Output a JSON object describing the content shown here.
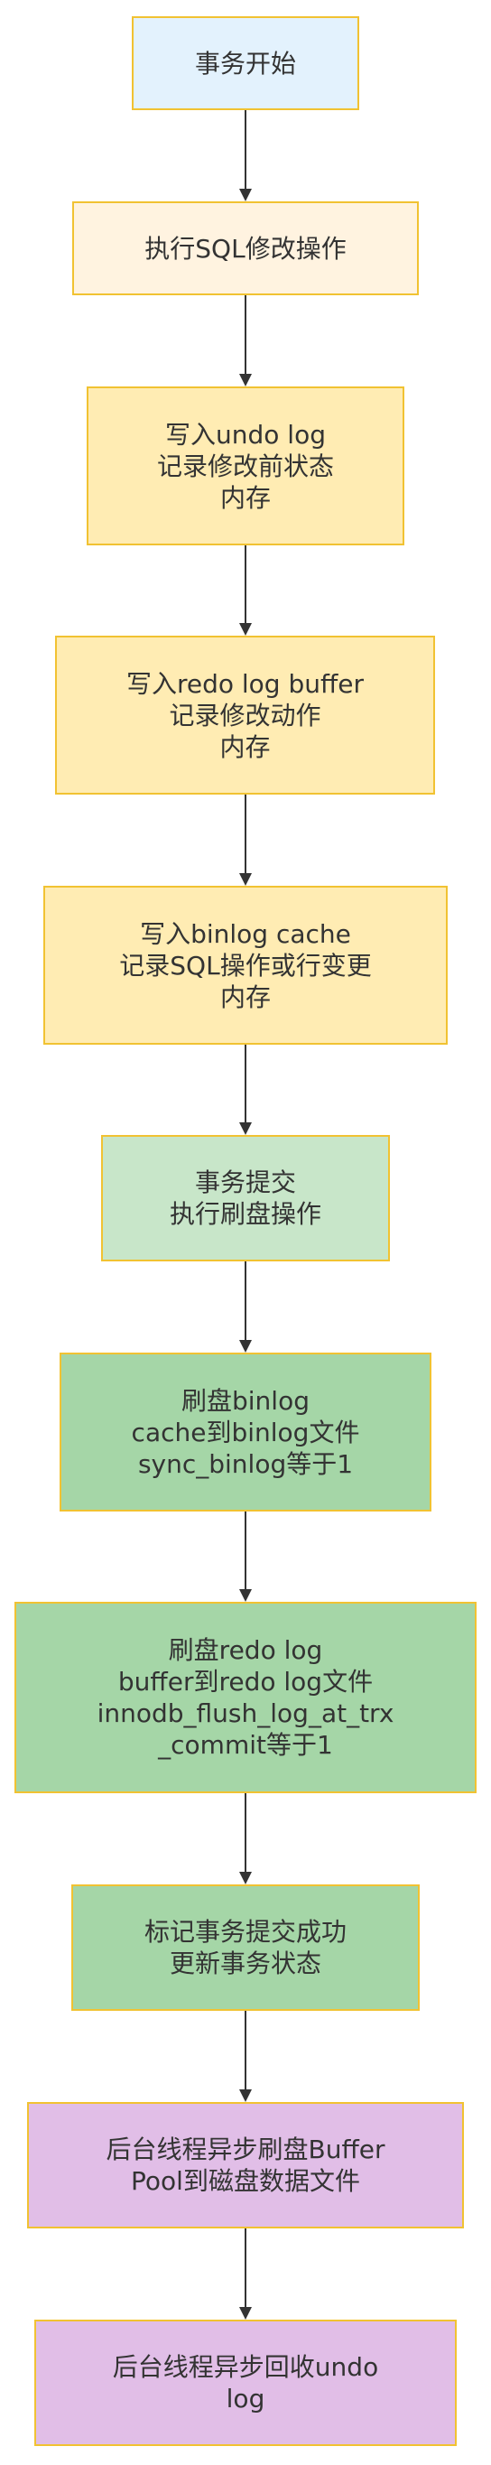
{
  "diagram": {
    "nodes": [
      {
        "id": "start",
        "label": "事务开始",
        "fill": "#e3f2fd"
      },
      {
        "id": "exec_sql",
        "label": "执行SQL修改操作",
        "fill": "#fff3e0"
      },
      {
        "id": "undo",
        "label": "写入undo log\n记录修改前状态\n内存",
        "fill": "#ffecb3"
      },
      {
        "id": "redo_buffer",
        "label": "写入redo log buffer\n记录修改动作\n内存",
        "fill": "#ffecb3"
      },
      {
        "id": "binlog_cache",
        "label": "写入binlog cache\n记录SQL操作或行变更\n内存",
        "fill": "#ffecb3"
      },
      {
        "id": "commit",
        "label": "事务提交\n执行刷盘操作",
        "fill": "#c8e6c9"
      },
      {
        "id": "flush_binlog",
        "label": "刷盘binlog\ncache到binlog文件\nsync_binlog等于1",
        "fill": "#a5d6a7"
      },
      {
        "id": "flush_redo",
        "label": "刷盘redo log\nbuffer到redo log文件\ninnodb_flush_log_at_trx\n_commit等于1",
        "fill": "#a5d6a7"
      },
      {
        "id": "commit_ok",
        "label": "标记事务提交成功\n更新事务状态",
        "fill": "#a5d6a7"
      },
      {
        "id": "bg_flush",
        "label": "后台线程异步刷盘Buffer\nPool到磁盘数据文件",
        "fill": "#e1bee7"
      },
      {
        "id": "bg_undo",
        "label": "后台线程异步回收undo\nlog",
        "fill": "#e1bee7"
      }
    ],
    "edges": [
      {
        "from": "start",
        "to": "exec_sql"
      },
      {
        "from": "exec_sql",
        "to": "undo"
      },
      {
        "from": "undo",
        "to": "redo_buffer"
      },
      {
        "from": "redo_buffer",
        "to": "binlog_cache"
      },
      {
        "from": "binlog_cache",
        "to": "commit"
      },
      {
        "from": "commit",
        "to": "flush_binlog"
      },
      {
        "from": "flush_binlog",
        "to": "flush_redo"
      },
      {
        "from": "flush_redo",
        "to": "commit_ok"
      },
      {
        "from": "commit_ok",
        "to": "bg_flush"
      },
      {
        "from": "bg_flush",
        "to": "bg_undo"
      }
    ]
  }
}
